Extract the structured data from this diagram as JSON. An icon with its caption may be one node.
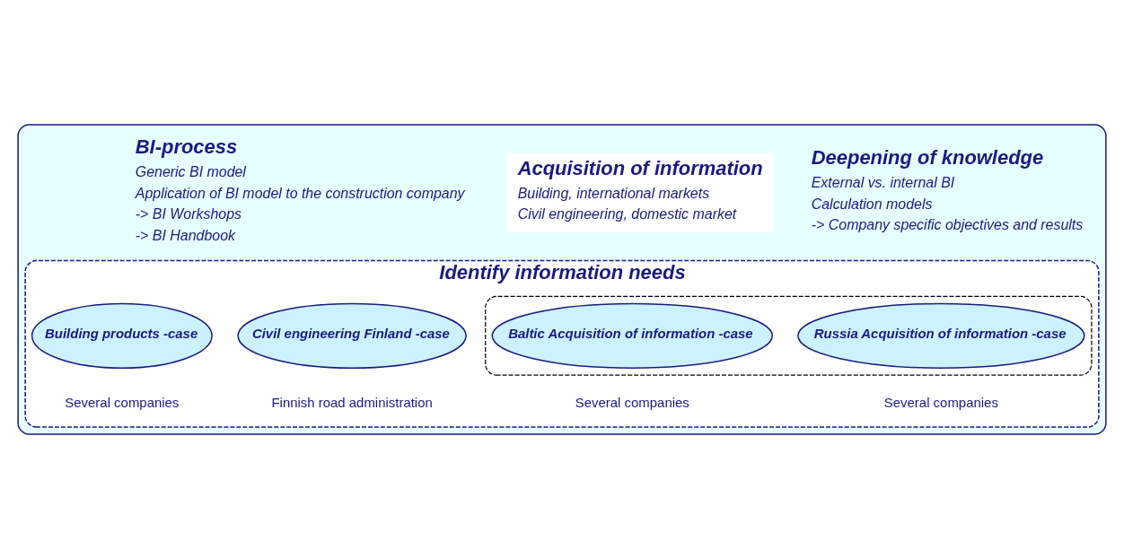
{
  "diagram": {
    "nodes": [
      {
        "text": [],
        "shape": "box"
      },
      {
        "text": [
          "Acquisition of information",
          "Building, international markets",
          "Civil engineering, domestic market"
        ],
        "in": 0
      },
      {
        "text": [
          "Identify information needs"
        ],
        "in": 0
      },
      {
        "text": [
          "Civil engineering Finland -case"
        ],
        "in": 2,
        "beside": [
          "Finnish road administration"
        ]
      },
      {
        "text": [],
        "shape": "ellipse",
        "in": 2
      },
      {
        "text": [
          "Baltic Acquisition of information -case"
        ],
        "in": 4,
        "beside": [
          "Several companies"
        ]
      },
      {
        "text": [
          "Russia Acquisition of information -case"
        ],
        "in": 4,
        "beside": [
          "Several companies"
        ]
      },
      {
        "text": [
          "Building products -case"
        ],
        "in": 2,
        "beside": [
          "Several companies"
        ]
      }
    ],
    "edges": [],
    "labels": [
      "BI-process",
      "Generic BI model",
      "Application of BI model to the construction company",
      "-> BI Workshops",
      "-> BI Handbook",
      "Deepening of knowledge",
      "External vs. internal BI",
      "Calculation models",
      "-> Company specific objectives and results"
    ]
  }
}
